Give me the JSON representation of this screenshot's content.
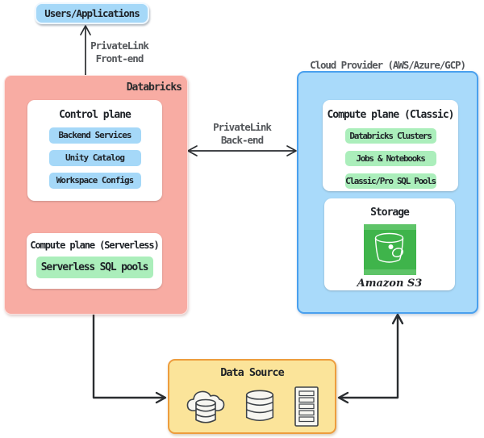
{
  "users": {
    "label": "Users/Applications"
  },
  "links": {
    "frontend": {
      "line1": "PrivateLink",
      "line2": "Front-end"
    },
    "backend": {
      "line1": "PrivateLink",
      "line2": "Back-end"
    }
  },
  "databricks": {
    "label": "Databricks",
    "control_plane": {
      "title": "Control plane",
      "items": [
        "Backend Services",
        "Unity Catalog",
        "Workspace Configs"
      ]
    },
    "serverless": {
      "title": "Compute plane (Serverless)",
      "items": [
        "Serverless SQL pools"
      ]
    }
  },
  "cloud_provider": {
    "label": "Cloud Provider (AWS/Azure/GCP)",
    "classic": {
      "title": "Compute plane (Classic)",
      "items": [
        "Databricks Clusters",
        "Jobs & Notebooks",
        "Classic/Pro SQL Pools"
      ]
    },
    "storage": {
      "title": "Storage",
      "s3_label": "Amazon S3"
    }
  },
  "data_source": {
    "title": "Data Source",
    "icons": [
      "cloud-database-icon",
      "database-icon",
      "server-rack-icon"
    ]
  },
  "colors": {
    "pink": "#F8ACA3",
    "blue_panel": "#A9DAFA",
    "blue_panel_border": "#4AA0EE",
    "blue_chip": "#A5D8F8",
    "green_chip": "#ABEEBB",
    "yellow_panel": "#FBE49A",
    "yellow_border": "#ED9D3E",
    "s3_green": "#3FB44B",
    "s3_green_light": "#5EC468",
    "text_dark": "#1e2227",
    "text_gray": "#54575B",
    "arrow": "#2A2D30"
  }
}
